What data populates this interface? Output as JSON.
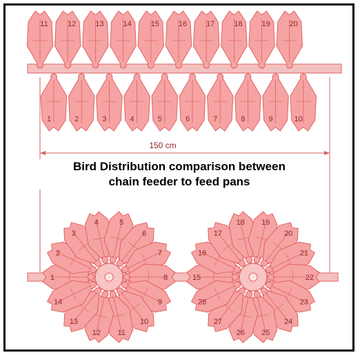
{
  "caption": {
    "line1": "Bird Distribution comparison between",
    "line2": "chain feeder to feed pans"
  },
  "dimension_label": "150 cm",
  "chain_feeder": {
    "top_row_labels": [
      "11",
      "12",
      "13",
      "14",
      "15",
      "16",
      "17",
      "18",
      "19",
      "20"
    ],
    "bottom_row_labels": [
      "1",
      "2",
      "3",
      "4",
      "5",
      "6",
      "7",
      "8",
      "9",
      "10"
    ]
  },
  "feed_pans": [
    {
      "labels": [
        "1",
        "2",
        "3",
        "4",
        "5",
        "6",
        "7",
        "8",
        "9",
        "10",
        "11",
        "12",
        "13",
        "14"
      ]
    },
    {
      "labels": [
        "15",
        "16",
        "17",
        "18",
        "19",
        "20",
        "21",
        "22",
        "23",
        "24",
        "25",
        "26",
        "27",
        "28"
      ]
    }
  ],
  "colors": {
    "bird_fill": "#f6a3a3",
    "bird_stroke": "#e06262",
    "label": "#8a2a2a",
    "pipe": "#f0b0b0"
  }
}
